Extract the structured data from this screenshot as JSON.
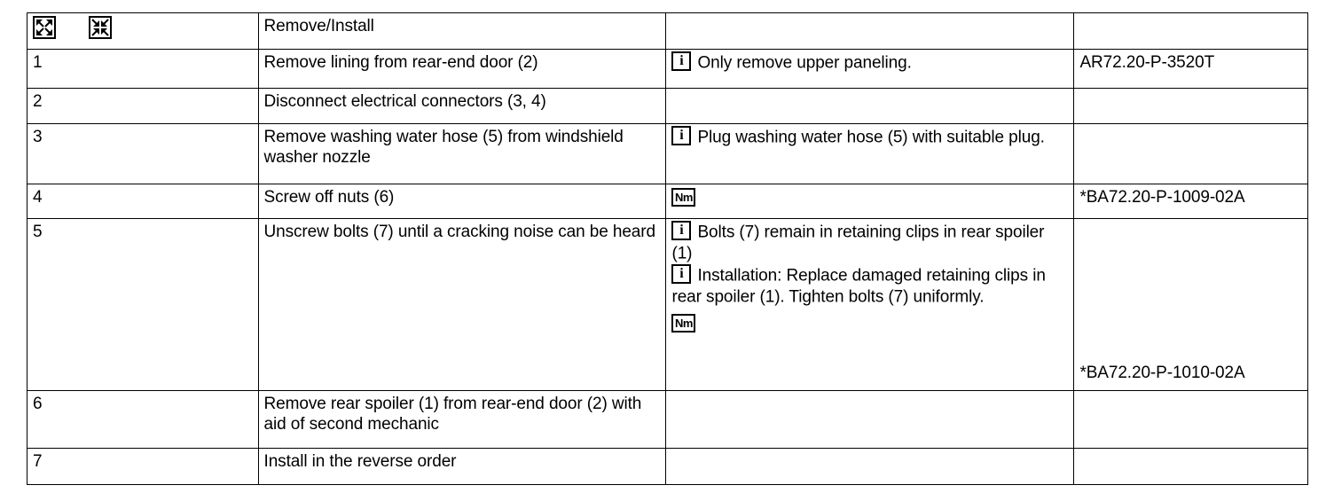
{
  "document": {
    "type": "workshop-procedure-table",
    "columns": [
      "",
      "Remove/Install",
      "",
      ""
    ]
  },
  "header": {
    "icons": [
      {
        "name": "remove-icon",
        "label": "Remove"
      },
      {
        "name": "install-icon",
        "label": "Install"
      }
    ],
    "task_title": "Remove/Install",
    "note": "",
    "reference": ""
  },
  "icons": {
    "info_glyph": "i",
    "torque_glyph": "Nm"
  },
  "rows": [
    {
      "step": "1",
      "task": "Remove lining from rear-end door (2)",
      "notes": [
        {
          "icon": "info-icon",
          "text": "Only remove upper  paneling."
        }
      ],
      "torque": false,
      "reference": "AR72.20-P-3520T"
    },
    {
      "step": "2",
      "task": "Disconnect electrical connectors (3, 4)",
      "notes": [],
      "torque": false,
      "reference": ""
    },
    {
      "step": "3",
      "task": "Remove washing water hose (5) from windshield washer nozzle",
      "notes": [
        {
          "icon": "info-icon",
          "text": "Plug washing water hose (5) with suitable plug."
        }
      ],
      "torque": false,
      "reference": ""
    },
    {
      "step": "4",
      "task": "Screw off nuts (6)",
      "notes": [],
      "torque": true,
      "reference": "*BA72.20-P-1009-02A"
    },
    {
      "step": "5",
      "task": "Unscrew bolts (7) until a cracking noise can be heard",
      "notes": [
        {
          "icon": "info-icon",
          "text": "Bolts (7) remain in retaining clips in rear spoiler (1)"
        },
        {
          "icon": "info-icon",
          "text": "Installation:  Replace damaged retaining clips in rear spoiler (1). Tighten bolts (7) uniformly."
        }
      ],
      "torque": true,
      "reference": "*BA72.20-P-1010-02A"
    },
    {
      "step": "6",
      "task": "Remove rear spoiler (1) from rear-end door (2) with aid of second mechanic",
      "notes": [],
      "torque": false,
      "reference": ""
    },
    {
      "step": "7",
      "task": "Install in the reverse order",
      "notes": [],
      "torque": false,
      "reference": ""
    }
  ]
}
